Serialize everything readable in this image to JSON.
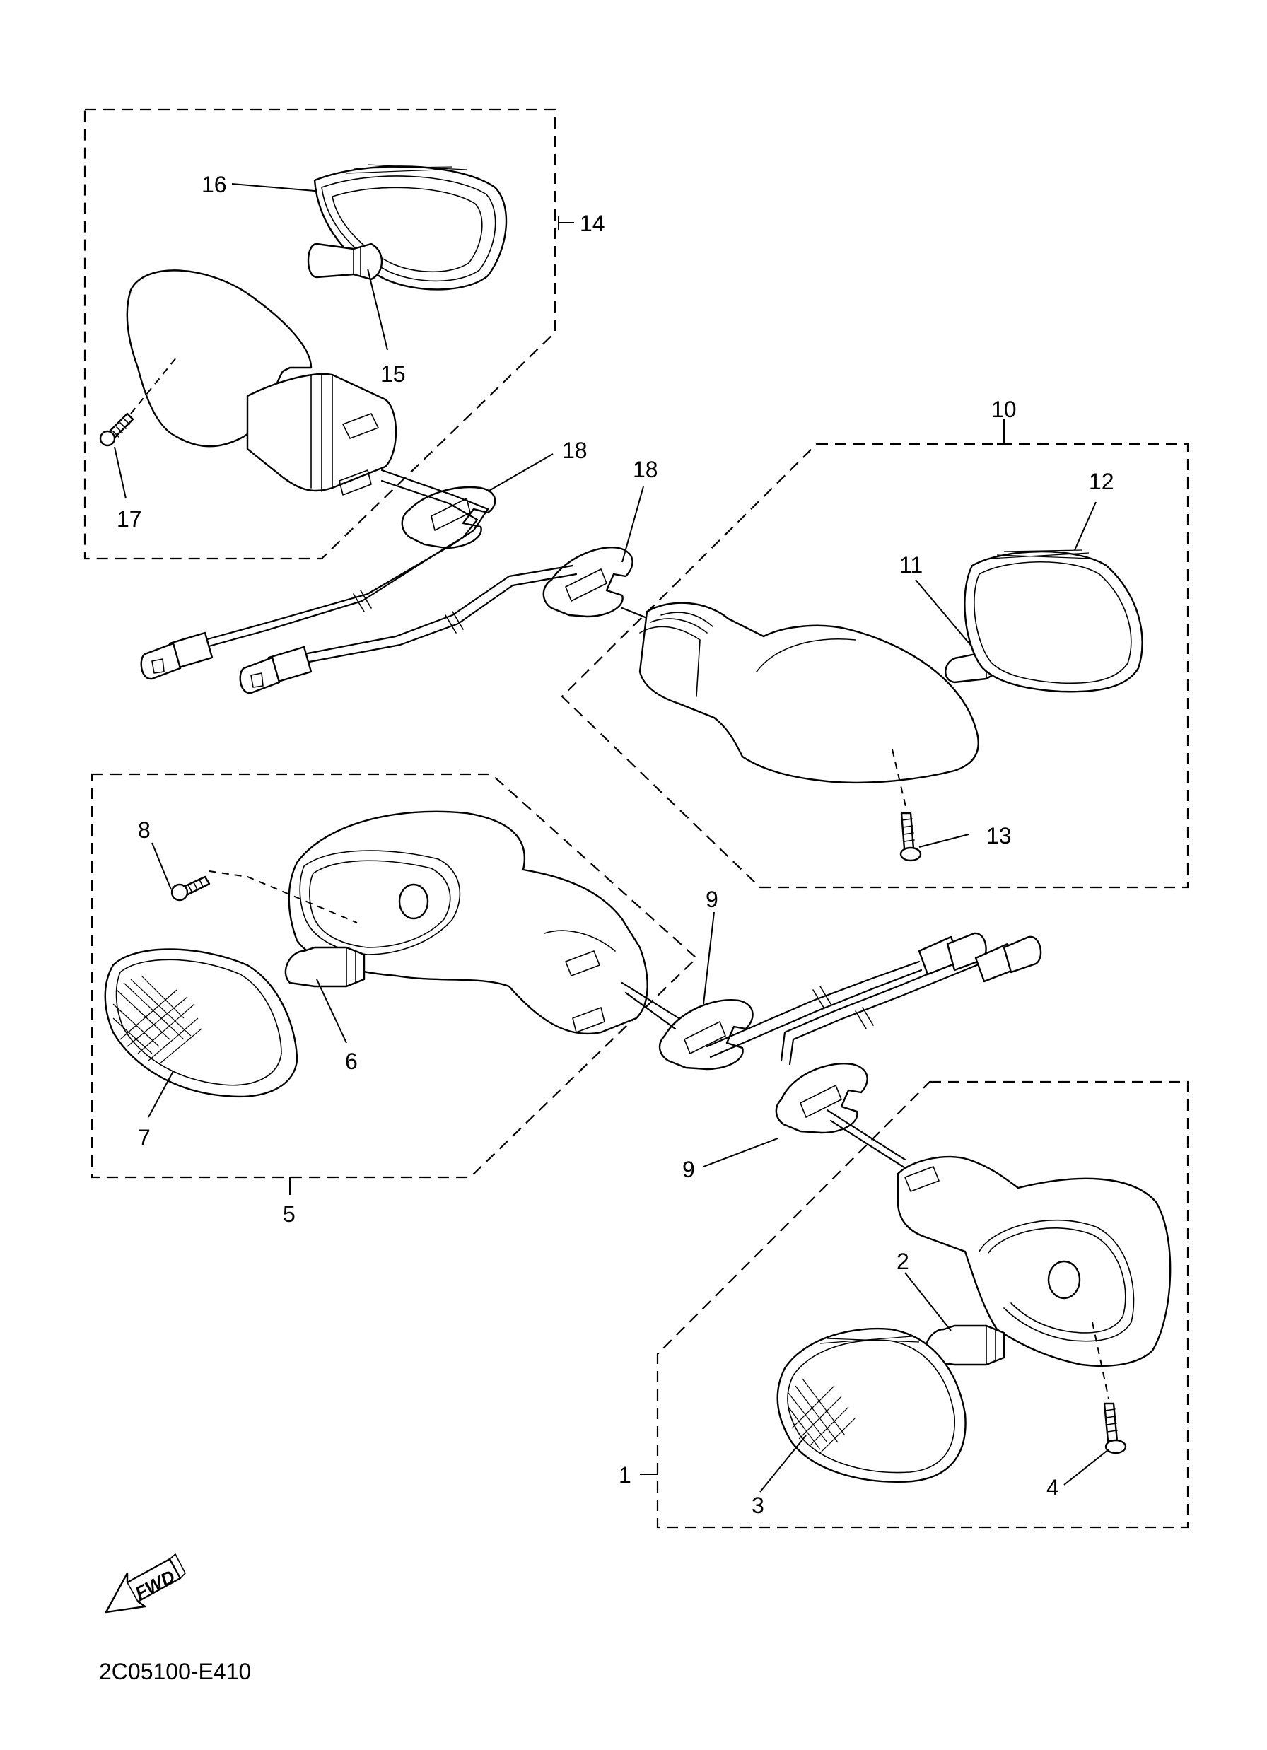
{
  "diagram": {
    "callouts": {
      "c1": "1",
      "c2": "2",
      "c3": "3",
      "c4": "4",
      "c5": "5",
      "c6": "6",
      "c7": "7",
      "c8": "8",
      "c9a": "9",
      "c9b": "9",
      "c10": "10",
      "c11": "11",
      "c12": "12",
      "c13": "13",
      "c14": "14",
      "c15": "15",
      "c16": "16",
      "c17": "17",
      "c18a": "18",
      "c18b": "18"
    },
    "fwd_label": "FWD",
    "drawing_code": "2C05100-E410"
  }
}
